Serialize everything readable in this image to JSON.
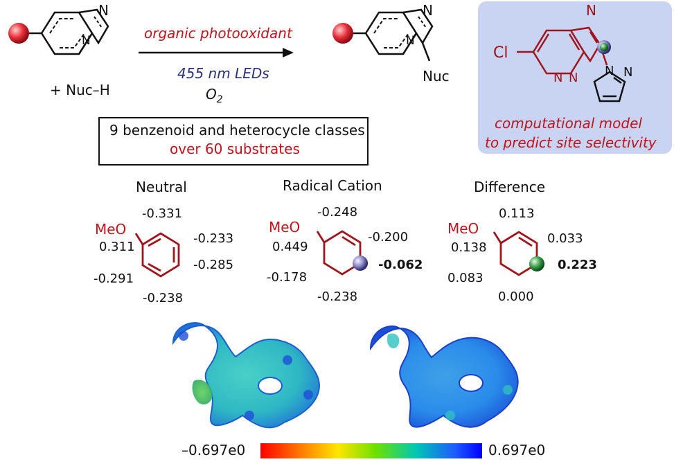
{
  "reaction": {
    "reagent": "+ Nuc–H",
    "condition_top": "organic photooxidant",
    "condition_light": "455 nm LEDs",
    "condition_oxygen_base": "O",
    "condition_oxygen_sub": "2",
    "product_nuc": "Nuc",
    "atom_N": "N"
  },
  "scope_box": {
    "line1": "9 benzenoid and heterocycle classes",
    "line2": "over 60 substrates"
  },
  "model_panel": {
    "atom_Cl": "Cl",
    "atom_N": "N",
    "caption_line1": "computational model",
    "caption_line2": "to predict site selectivity"
  },
  "charges": {
    "substituent": "MeO",
    "neutral": {
      "title": "Neutral",
      "ipso": "0.311",
      "ortho_top": "-0.331",
      "meta_top": "-0.233",
      "para": "-0.285",
      "meta_bottom": "-0.238",
      "ortho_bottom": "-0.291"
    },
    "radical_cation": {
      "title": "Radical Cation",
      "ipso": "0.449",
      "ortho_top": "-0.248",
      "meta_top": "-0.200",
      "para": "-0.062",
      "meta_bottom": "-0.238",
      "ortho_bottom": "-0.178"
    },
    "difference": {
      "title": "Difference",
      "ipso": "0.138",
      "ortho_top": "0.113",
      "meta_top": "0.033",
      "para": "0.223",
      "meta_bottom": "0.000",
      "ortho_bottom": "0.083"
    }
  },
  "colorbar": {
    "min_label": "–0.697e0",
    "max_label": "0.697e0"
  },
  "colors": {
    "accent_red": "#c0141c",
    "panel_blue": "#c8d4f2",
    "dark_red_bond": "#a0141c"
  }
}
